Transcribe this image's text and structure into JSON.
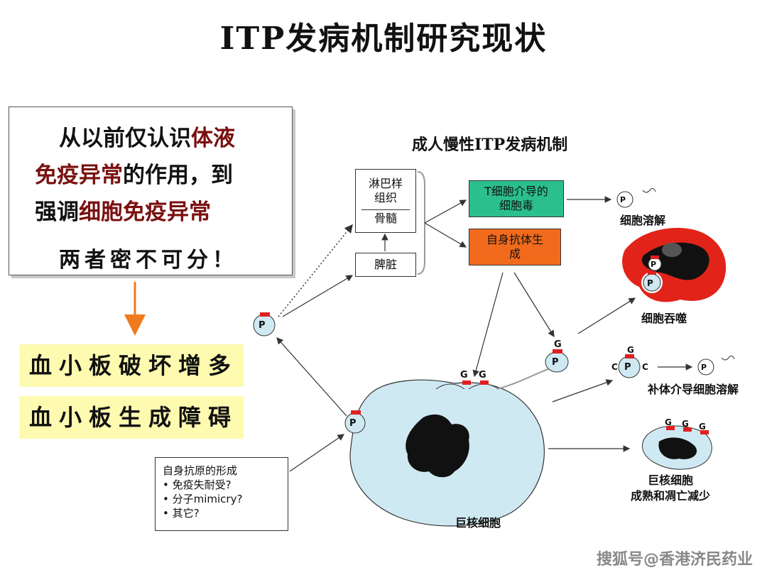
{
  "title": "ITP发病机制研究现状",
  "intro": {
    "line1_a": "从以前仅认识",
    "line1_b": "体液",
    "line2_a": "免疫异常",
    "line2_b": "的作用，到",
    "line3_a": "强调",
    "line3_b": "细胞免疫异常",
    "conclusion": "两者密不可分！"
  },
  "outcomes": {
    "item1": "血小板破坏增多",
    "item2": "血小板生成障碍"
  },
  "diagram": {
    "title": "成人慢性ITP发病机制",
    "lymph_label": "淋巴样组织",
    "bone_marrow_label": "骨髓",
    "spleen_label": "脾脏",
    "tcell_label": "T细胞介导的细胞毒",
    "antibody_label": "自身抗体生成",
    "cell_lysis_label": "细胞溶解",
    "phagocytosis_label": "细胞吞噬",
    "complement_label": "补体介导细胞溶解",
    "mk_reduced_label_1": "巨核细胞",
    "mk_reduced_label_2": "成熟和凋亡减少",
    "megakaryocyte_label": "巨核细胞",
    "platelet_letter": "P",
    "antibody_letter": "G",
    "complement_letter": "C"
  },
  "antigen_box": {
    "title": "自身抗原的形成",
    "bullet1": "• 免疫失耐受?",
    "bullet2": "• 分子mimicry?",
    "bullet3": "• 其它?"
  },
  "watermark": "搜狐号@香港济民药业",
  "colors": {
    "tcell_box": "#2bbf8e",
    "antibody_box": "#f26b1d",
    "macrophage": "#e2231a",
    "cell_fill": "#cfe9f3",
    "highlight_text": "#7a1010",
    "yellow_box": "#fefbb0",
    "arrow_orange": "#f07a1e",
    "antibody_mark": "#e02020"
  }
}
